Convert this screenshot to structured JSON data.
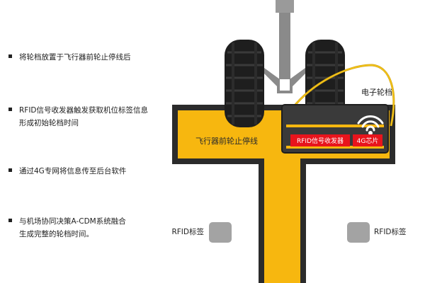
{
  "bullets": [
    {
      "text": "将轮档放置于飞行器前轮止停线后"
    },
    {
      "text": "RFID信号收发器触发获取机位标签信息\n形成初始轮档时间"
    },
    {
      "text": "通过4G专网将信息传至后台软件"
    },
    {
      "text": "与机场协同决策A-CDM系统融合\n生成完整的轮档时间。"
    }
  ],
  "diagram": {
    "stop_line_label": "飞行器前轮止停线",
    "chock_label": "电子轮档",
    "rfid_transceiver_label": "RFID信号收发器",
    "chip_label": "4G芯片",
    "rfid_tag_left_label": "RFID标签",
    "rfid_tag_right_label": "RFID标签"
  },
  "colors": {
    "track_yellow": "#f7b70f",
    "track_border": "#2b2b2b",
    "tire": "#1e1e1e",
    "strut": "#8a8a8a",
    "chip_red": "#e8141c",
    "chock_dark": "#3a3a3a",
    "tag_gray": "#a3a3a3",
    "antenna_yellow": "#f5c518"
  }
}
